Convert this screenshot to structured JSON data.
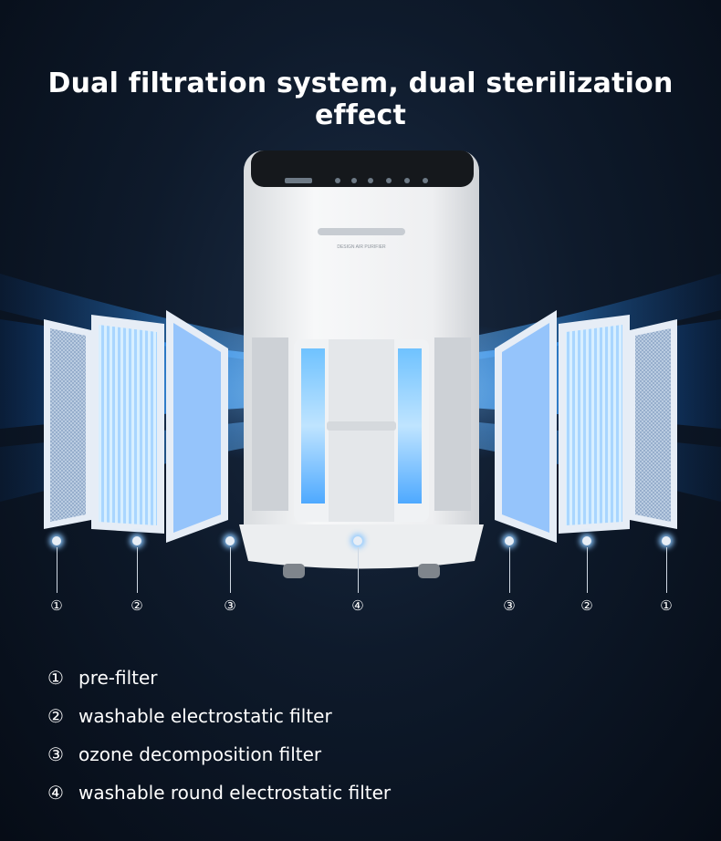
{
  "headline": "Dual filtration system, dual sterilization effect",
  "product": {
    "label": "DESIGN AIR PURIFIER"
  },
  "markers": [
    "①",
    "②",
    "③",
    "④",
    "③",
    "②",
    "①"
  ],
  "legend": [
    {
      "num": "①",
      "text": "pre-filter"
    },
    {
      "num": "②",
      "text": "washable electrostatic filter"
    },
    {
      "num": "③",
      "text": "ozone decomposition filter"
    },
    {
      "num": "④",
      "text": "washable round electrostatic filter"
    }
  ],
  "colors": {
    "glow": "#3aa0ff",
    "panel_frame": "#e6edf6",
    "body": "#f2f3f4"
  }
}
